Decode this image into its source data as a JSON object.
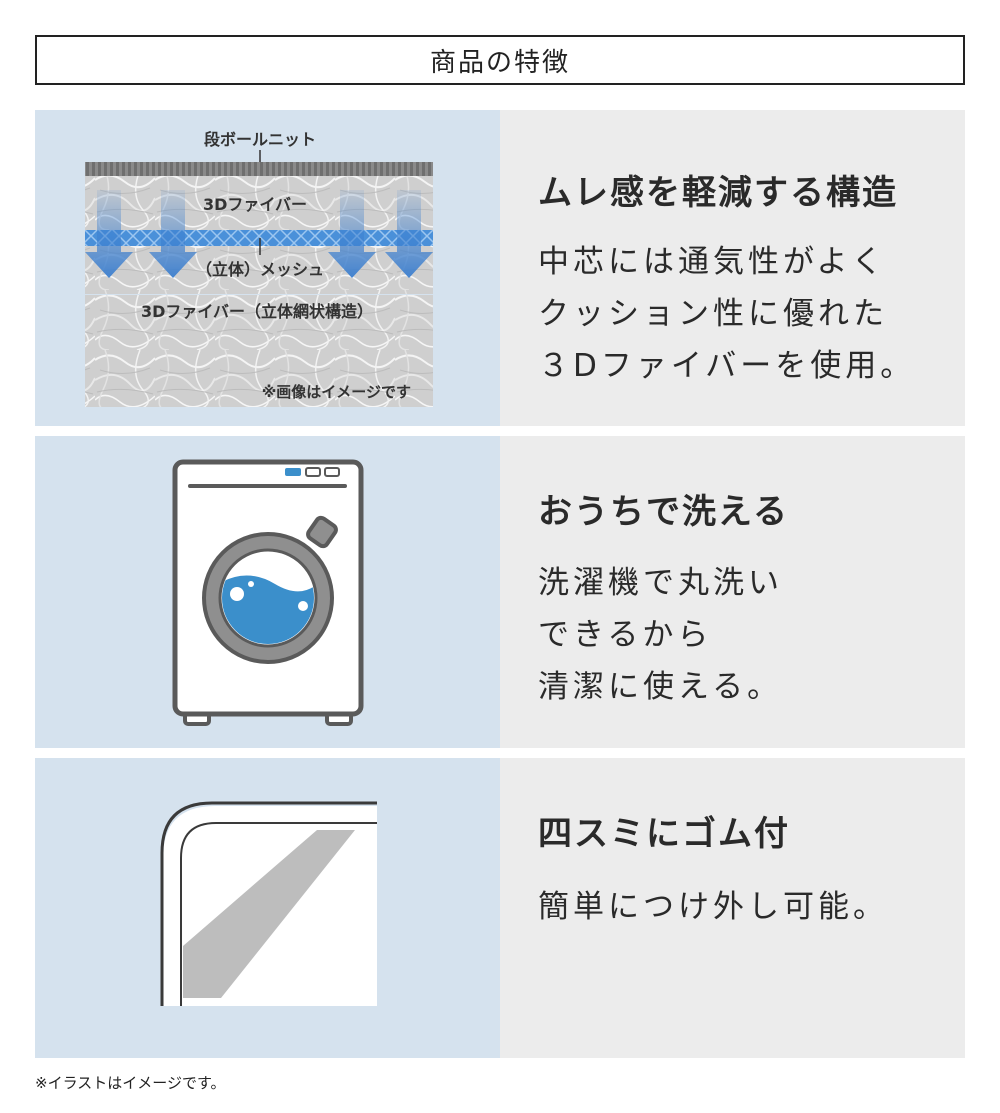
{
  "header": {
    "title": "商品の特徴"
  },
  "feature1": {
    "title": "ムレ感を軽減する構造",
    "desc_lines": [
      "中芯には通気性がよく",
      "クッション性に優れた",
      "３Dファイバーを使用。"
    ],
    "diagram": {
      "label_top": "段ボールニット",
      "label_fiber": "3Dファイバー",
      "label_mesh": "（立体）メッシュ",
      "label_bottom": "3Dファイバー（立体網状構造）",
      "note": "※画像はイメージです",
      "color_mesh": "#4a90d9",
      "color_arrow": "#3c7fcf"
    }
  },
  "feature2": {
    "title": "おうちで洗える",
    "desc_lines": [
      "洗濯機で丸洗い",
      "できるから",
      "清潔に使える。"
    ],
    "icon": "washing-machine-icon",
    "color_water": "#3b8fcb"
  },
  "feature3": {
    "title": "四スミにゴム付",
    "desc_lines": [
      "簡単につけ外し可能。"
    ],
    "icon": "mattress-corner-icon"
  },
  "footnote": "※イラストはイメージです。"
}
